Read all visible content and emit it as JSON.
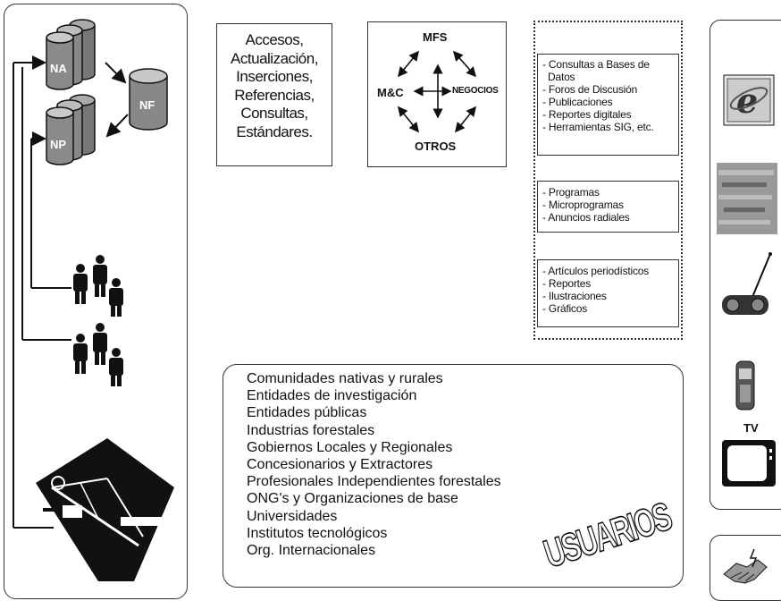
{
  "databases": {
    "na_label": "NA",
    "np_label": "NP",
    "nf_label": "NF"
  },
  "access_box": {
    "lines": [
      "Accesos,",
      "Actualización,",
      "Inserciones,",
      "Referencias,",
      "Consultas,",
      "Estándares."
    ]
  },
  "network": {
    "top": "MFS",
    "left": "M&C",
    "right": "NEGOCIOS",
    "bottom": "OTROS"
  },
  "digital_list": [
    "- Consultas a Bases de",
    "  Datos",
    "- Foros de Discusión",
    "- Publicaciones",
    "- Reportes digitales",
    "- Herramientas SIG, etc."
  ],
  "radio_list": [
    "- Programas",
    "- Microprogramas",
    "- Anuncios radiales"
  ],
  "print_list": [
    "- Artículos periodísticos",
    "- Reportes",
    "- Ilustraciones",
    "- Gráficos"
  ],
  "users": {
    "items": [
      "Comunidades nativas y rurales",
      "Entidades de investigación",
      "Entidades públicas",
      "Industrias forestales",
      "Gobiernos Locales y Regionales",
      "Concesionarios y Extractores",
      "Profesionales Independientes forestales",
      "ONG's y Organizaciones de base",
      "Universidades",
      "Institutos tecnológicos",
      "Org. Internacionales"
    ],
    "title": "USUARIOS"
  },
  "media": {
    "tv_label": "TV"
  }
}
